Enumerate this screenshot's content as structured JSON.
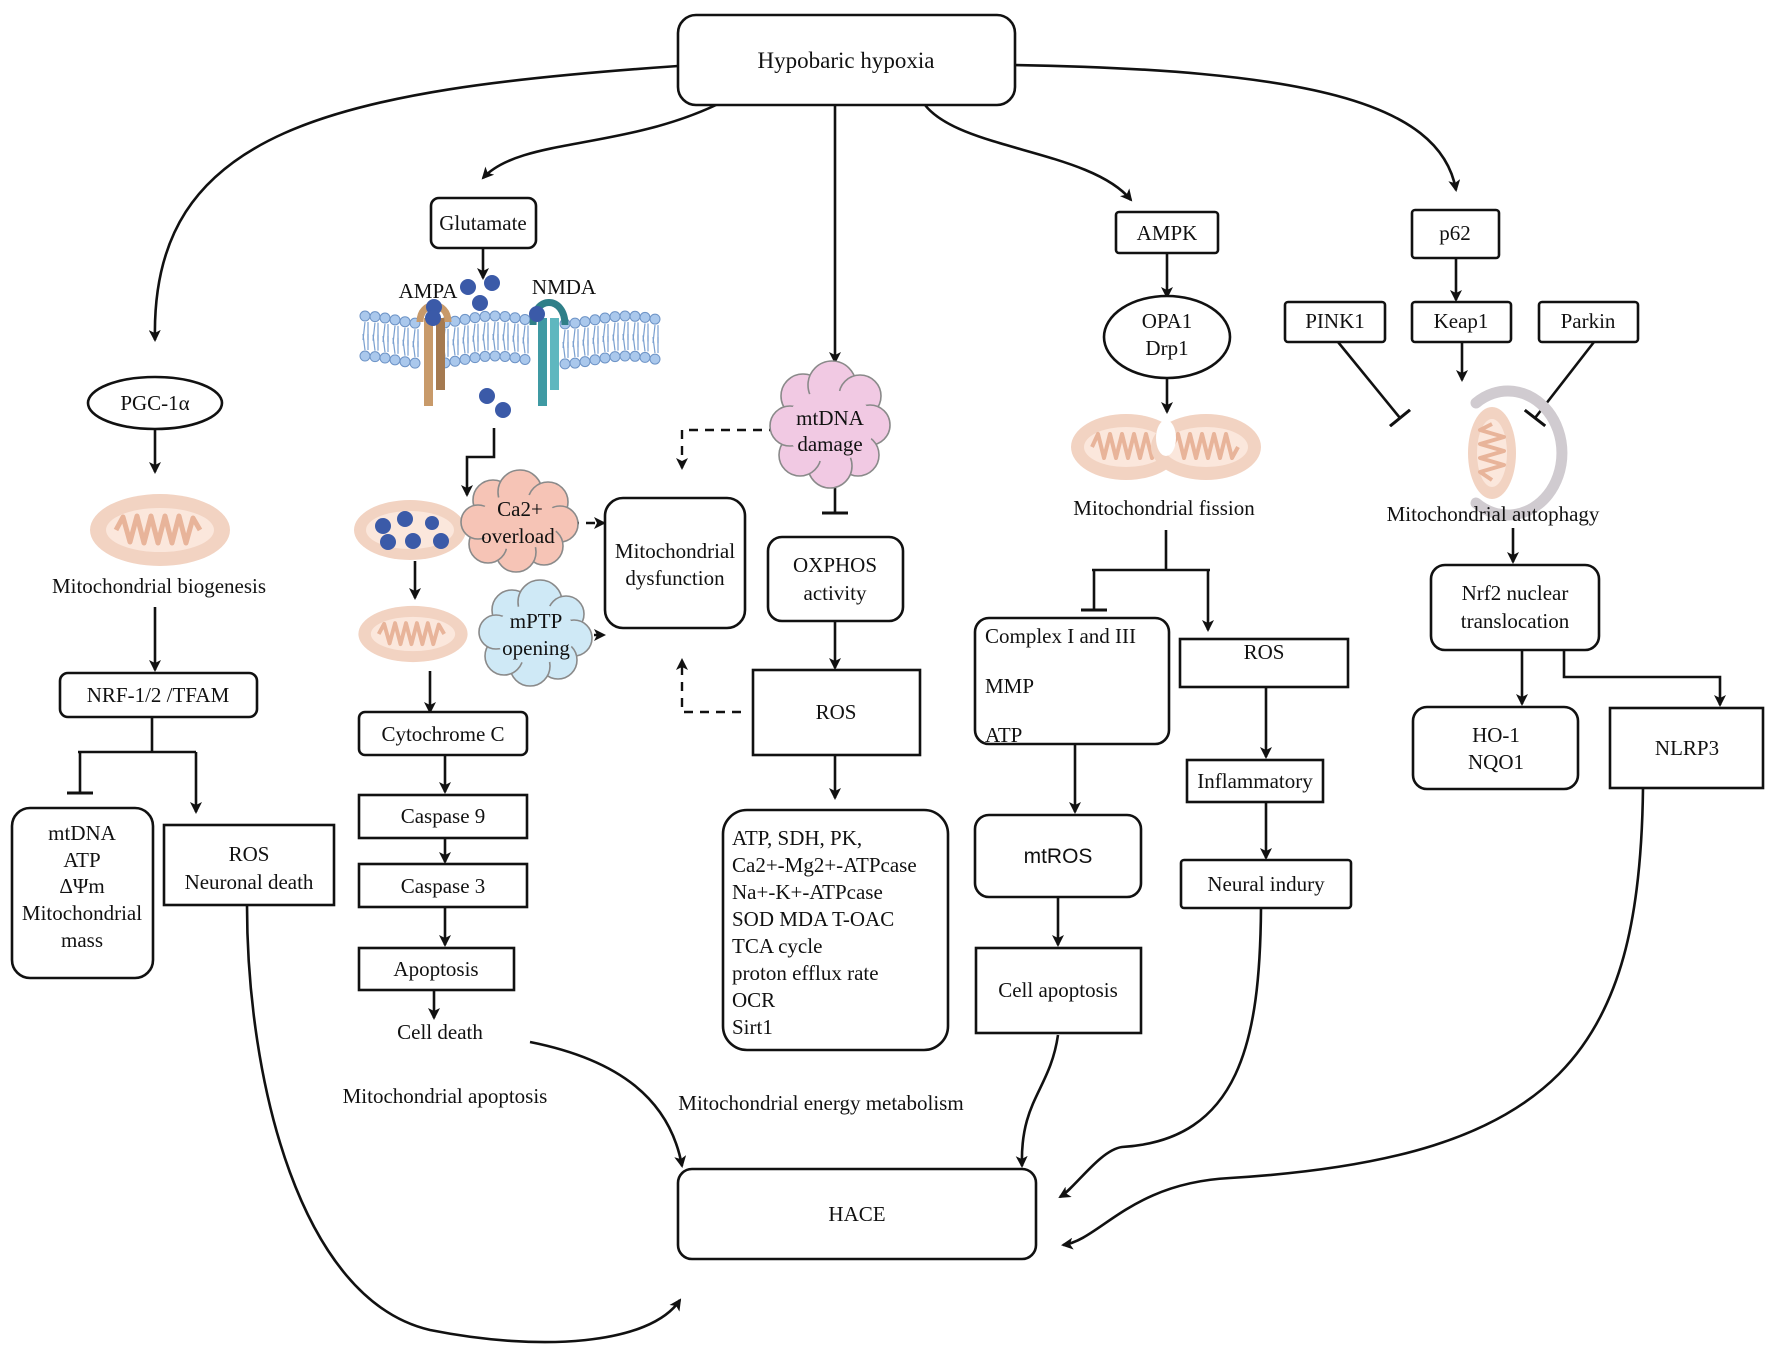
{
  "nodes": {
    "hypobaric_hypoxia": "Hypobaric hypoxia",
    "glutamate": "Glutamate",
    "ampa": "AMPA",
    "nmda": "NMDA",
    "pgc1a": "PGC-1α",
    "mito_biogenesis": "Mitochondrial biogenesis",
    "nrf_tfam": "NRF-1/2 /TFAM",
    "left_inhibited": [
      "mtDNA",
      "ATP",
      "ΔΨm",
      "Mitochondrial",
      "mass"
    ],
    "left_ros": [
      "ROS",
      "Neuronal death"
    ],
    "ca_overload": [
      "Ca2+",
      "overload"
    ],
    "mptp_opening": [
      "mPTP",
      "opening"
    ],
    "mito_dysfunction": [
      "Mitochondrial",
      "dysfunction"
    ],
    "mtdna_damage": [
      "mtDNA",
      "damage"
    ],
    "cytochrome_c": "Cytochrome C",
    "caspase9": "Caspase 9",
    "caspase3": "Caspase 3",
    "apoptosis": "Apoptosis",
    "cell_death": "Cell death",
    "mito_apoptosis": "Mitochondrial apoptosis",
    "oxphos": [
      "OXPHOS",
      "activity"
    ],
    "ros_mid": "ROS",
    "metabolism_list": [
      "ATP, SDH, PK,",
      "Ca2+-Mg2+-ATPcase",
      "Na+-K+-ATPcase",
      "SOD MDA T-OAC",
      "TCA cycle",
      "proton efflux rate",
      "OCR",
      "Sirt1"
    ],
    "energy_metabolism": "Mitochondrial energy metabolism",
    "ampk": "AMPK",
    "opa1_drp1": [
      "OPA1",
      "Drp1"
    ],
    "mito_fission": "Mitochondrial fission",
    "complex_box": [
      "Complex I and III",
      "MMP",
      "ATP"
    ],
    "ros_fission": "ROS",
    "mtros": "mtROS",
    "cell_apoptosis": "Cell apoptosis",
    "inflammatory": "Inflammatory",
    "neural_injury": "Neural indury",
    "p62": "p62",
    "pink1": "PINK1",
    "keap1": "Keap1",
    "parkin": "Parkin",
    "mito_autophagy": "Mitochondrial autophagy",
    "nrf2": [
      "Nrf2 nuclear",
      "translocation"
    ],
    "ho1_nqo1": [
      "HO-1",
      "NQO1"
    ],
    "nlrp3": "NLRP3",
    "hace": "HACE"
  },
  "colors": {
    "mitochondrion": "#f2d3c2",
    "mito_cristae": "#ffffff",
    "ca_cloud": "#f6c4b6",
    "mptp_cloud": "#cfe9f6",
    "mtdna_cloud": "#f1c9e3",
    "receptor_dot": "#3b5aa8",
    "membrane_head": "#aac8ec",
    "ampa_receptor": "#c89a6a",
    "nmda_receptor": "#3f9aa3",
    "autophagosome": "#d0cbd0"
  }
}
